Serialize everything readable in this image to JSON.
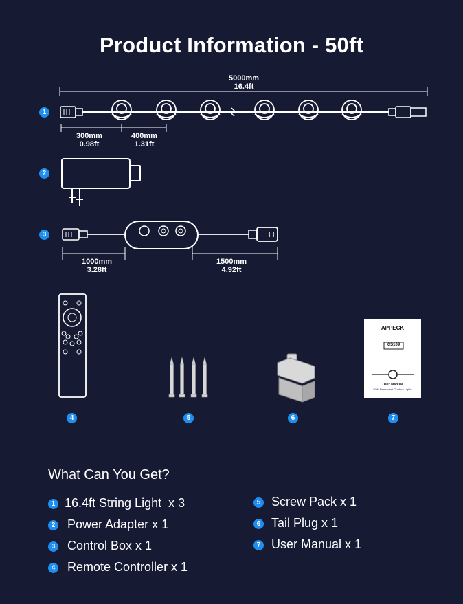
{
  "title": "Product Information - 50ft",
  "markers": [
    "1",
    "2",
    "3",
    "4",
    "5",
    "6",
    "7"
  ],
  "dimensions": {
    "total_mm": "5000mm",
    "total_ft": "16.4ft",
    "lead_mm": "300mm",
    "lead_ft": "0.98ft",
    "spacing_mm": "400mm",
    "spacing_ft": "1.31ft",
    "ctrl_left_mm": "1000mm",
    "ctrl_left_ft": "3.28ft",
    "ctrl_right_mm": "1500mm",
    "ctrl_right_ft": "4.92ft"
  },
  "manual": {
    "brand": "APPECK",
    "model": "CS109",
    "title": "User Manual",
    "subtitle": "50W Permanent Outdoor Lights"
  },
  "section_title": "What Can You Get?",
  "items_left": [
    {
      "num": "1",
      "label": "16.4ft String Light  x 3"
    },
    {
      "num": "2",
      "label": "Power Adapter x 1"
    },
    {
      "num": "3",
      "label": "Control Box x 1"
    },
    {
      "num": "4",
      "label": "Remote Controller x 1"
    }
  ],
  "items_right": [
    {
      "num": "5",
      "label": "Screw Pack x 1"
    },
    {
      "num": "6",
      "label": "Tail Plug x 1"
    },
    {
      "num": "7",
      "label": "User Manual x 1"
    }
  ],
  "colors": {
    "background": "#161a33",
    "accent": "#1e8ff0",
    "text": "#ffffff"
  }
}
